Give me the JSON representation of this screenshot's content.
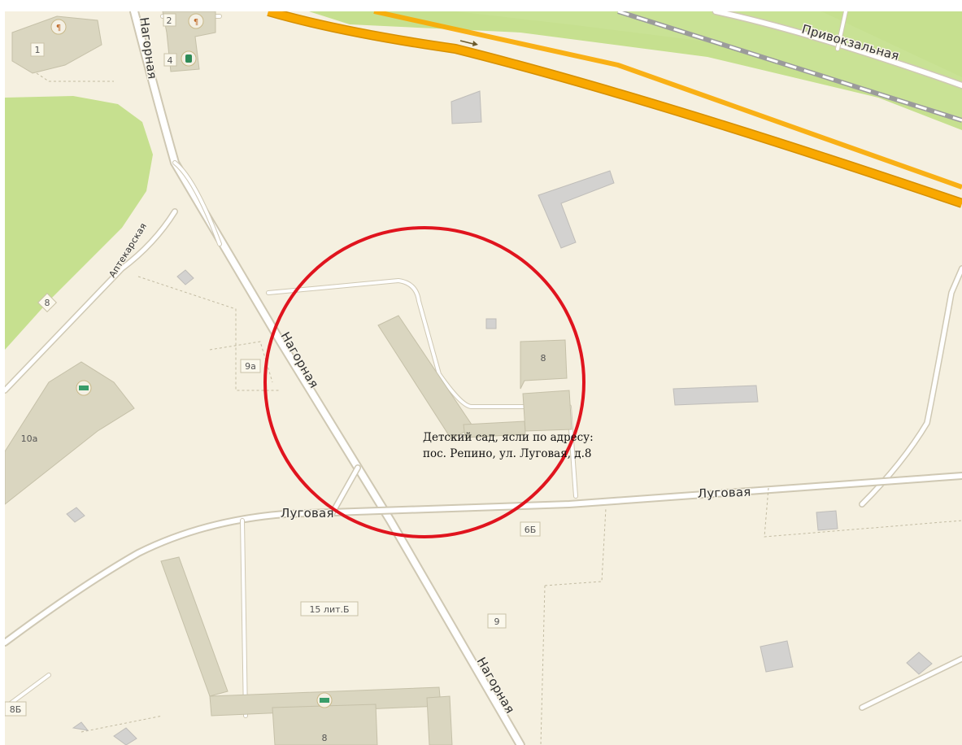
{
  "map": {
    "streets": {
      "nagornaya": "Нагорная",
      "lugovaya": "Луговая",
      "privokzalnaya": "Привокзальная",
      "aptekarskaya": "Аптекарская"
    },
    "house_numbers": {
      "h1": "1",
      "h2": "2",
      "h4": "4",
      "h8_west": "8",
      "h9a": "9а",
      "h10a": "10а",
      "h8_center": "8",
      "h6b": "6Б",
      "h9": "9",
      "h15": "15 лит.Б",
      "h8b": "8Б",
      "h8_south": "8"
    },
    "annotation": {
      "text": "Детский сад, ясли по адресу: пос. Репино, ул. Луговая, д.8",
      "circle_color": "#e0141e"
    },
    "colors": {
      "background": "#f5f0e0",
      "park": "#c6e08f",
      "highway": "#f9a800",
      "building": "#dad6c0"
    },
    "icons": [
      "restaurant-icon",
      "restaurant-icon",
      "pharmacy-icon",
      "hotel-icon",
      "hotel-icon"
    ]
  }
}
